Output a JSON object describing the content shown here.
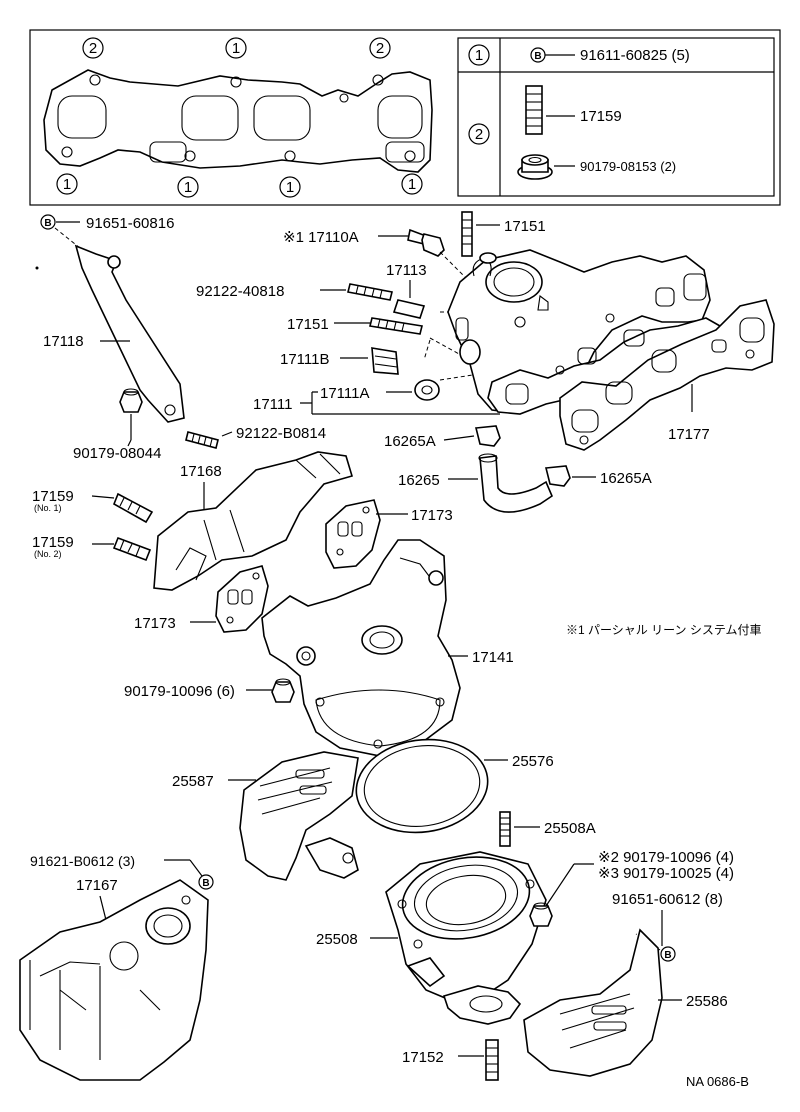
{
  "gasket_inset": {
    "gasket_markers": [
      "2",
      "1",
      "2",
      "1",
      "1",
      "1",
      "1"
    ],
    "legend": {
      "rows": [
        {
          "marker": "1",
          "items": [
            {
              "badge": "B",
              "part": "91611-60825 (5)"
            }
          ]
        },
        {
          "marker": "2",
          "items": [
            {
              "part": "17159"
            },
            {
              "part": "90179-08153 (2)"
            }
          ]
        }
      ]
    }
  },
  "labels": {
    "p91651_60816": "91651-60816",
    "p91651_60816_badge": "B",
    "p17110A": "※1  17110A",
    "p17151_top": "17151",
    "p17113": "17113",
    "p92122_40818": "92122-40818",
    "p17151_mid": "17151",
    "p17118": "17118",
    "p17111B": "17111B",
    "p17111": "17111",
    "p17111A": "17111A",
    "p90179_08044": "90179-08044",
    "p92122_B0814": "92122-B0814",
    "p16265A_upper": "16265A",
    "p16265": "16265",
    "p16265A_lower": "16265A",
    "p17177": "17177",
    "p17168": "17168",
    "p17159_no1": "17159",
    "p17159_no1_sub": "(No. 1)",
    "p17159_no2": "17159",
    "p17159_no2_sub": "(No. 2)",
    "p17173_upper": "17173",
    "p17173_lower": "17173",
    "p17141": "17141",
    "p90179_10096_6": "90179-10096 (6)",
    "note_1": "※1  パーシャル  リーン  システム付車",
    "p25587": "25587",
    "p25576": "25576",
    "p25508A": "25508A",
    "p91621_B0612": "91621-B0612 (3)",
    "p91621_B0612_badge": "B",
    "p17167": "17167",
    "p90179_10096_4": "※2  90179-10096 (4)",
    "p90179_10025_4": "※3  90179-10025 (4)",
    "p91651_60612": "91651-60612 (8)",
    "p91651_60612_badge": "B",
    "p25508": "25508",
    "p25586": "25586",
    "p17152": "17152",
    "figure_code": "NA 0686-B"
  }
}
